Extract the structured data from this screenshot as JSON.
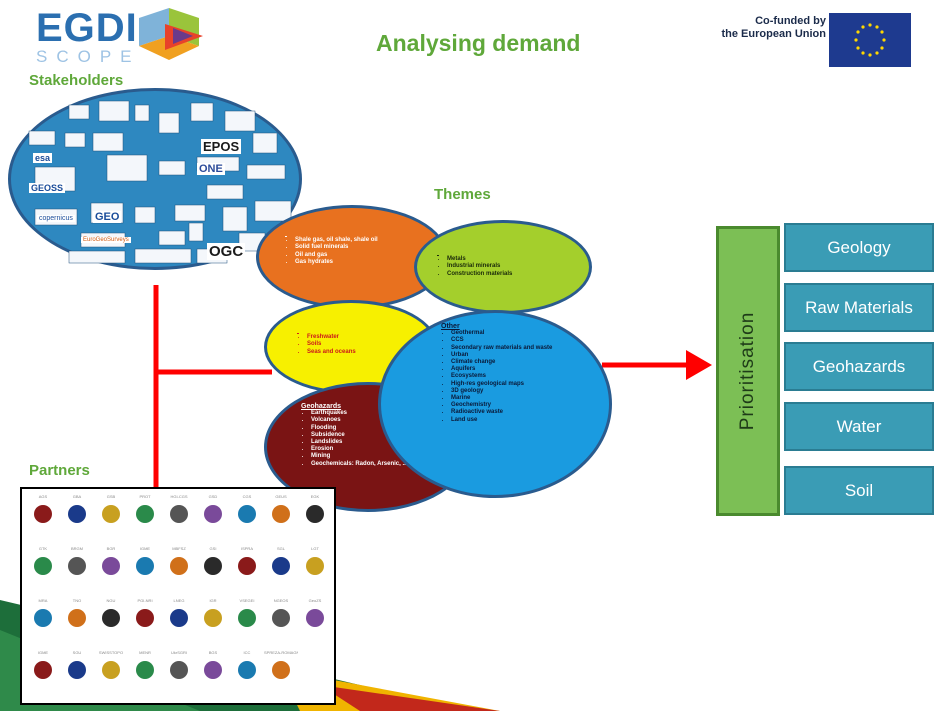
{
  "header": {
    "logo_main": "EGDI",
    "logo_sub": "SCOPE",
    "title": "Analysing demand",
    "cofunded_line1": "Co-funded by",
    "cofunded_line2": "the European Union"
  },
  "sections": {
    "stakeholders": "Stakeholders",
    "themes": "Themes",
    "partners": "Partners"
  },
  "stakeholder_logos": [
    "EPOS",
    "ONE",
    "OGC",
    "esa",
    "GEOSS",
    "GEO",
    "copernicus",
    "EuroGeoSurveys"
  ],
  "themes": {
    "energy": {
      "items": [
        "Shale gas, oil shale, shale oil",
        "Solid fuel minerals",
        "Oil and gas",
        "Gas hydrates"
      ]
    },
    "raw": {
      "items": [
        "Metals",
        "Industrial minerals",
        "Construction materials"
      ]
    },
    "groundwater": {
      "items": [
        "Freshwater",
        "Soils",
        "Seas and oceans"
      ]
    },
    "hazards": {
      "heading": "Geohazards",
      "items": [
        "Earthquakes",
        "Volcanoes",
        "Flooding",
        "Subsidence",
        "Landslides",
        "Erosion",
        "Mining",
        "Geochemicals: Radon, Arsenic, ..."
      ]
    },
    "other": {
      "heading": "Other",
      "items": [
        "Geothermal",
        "CCS",
        "Secondary raw materials and waste",
        "Urban",
        "Climate change",
        "Aquifers",
        "Ecosystems",
        "High-res geological maps",
        "3D geology",
        "Marine",
        "Geochemistry",
        "Radioactive waste",
        "Land use"
      ]
    }
  },
  "prioritisation": "Prioritisation",
  "outputs": [
    "Geology",
    "Raw Materials",
    "Geohazards",
    "Water",
    "Soil"
  ],
  "partners": {
    "rows": [
      [
        "AGS",
        "GBA",
        "GSB",
        "PROT",
        "HGI-CGS",
        "GSD",
        "CGS",
        "GEUS",
        "EGK"
      ],
      [
        "GTK",
        "BRGM",
        "BGR",
        "IGME",
        "MBFSZ",
        "GSI",
        "ISPRA",
        "SGL",
        "LGT"
      ],
      [
        "MRA",
        "TNO",
        "NGU",
        "PGI-NRI",
        "LNEG",
        "IGR",
        "VSEGEI",
        "NGEOS",
        "GeoZS"
      ],
      [
        "IGME",
        "SGU",
        "SWISSTOPO",
        "MENR",
        "UkrSGRI",
        "BGS",
        "ICC",
        "SPREZA-ROMAGNA"
      ]
    ]
  },
  "colors": {
    "green_title": "#5fa83a",
    "orange": "#e8711f",
    "lime": "#a4cf2c",
    "yellow": "#f7f000",
    "maroon": "#7a1414",
    "blue": "#1a9be0",
    "connector_red": "#ff0000",
    "theme_box": "#3a9cb5",
    "prioritisation_green": "#7cbf55"
  }
}
